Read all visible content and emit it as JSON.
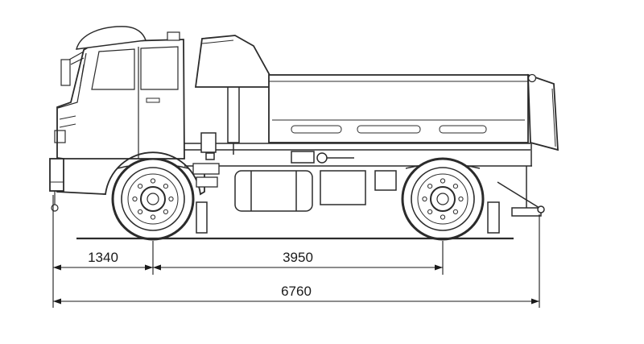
{
  "dimensions": {
    "front_overhang": {
      "value": "1340"
    },
    "wheelbase": {
      "value": "3950"
    },
    "overall_length": {
      "value": "6760"
    }
  }
}
